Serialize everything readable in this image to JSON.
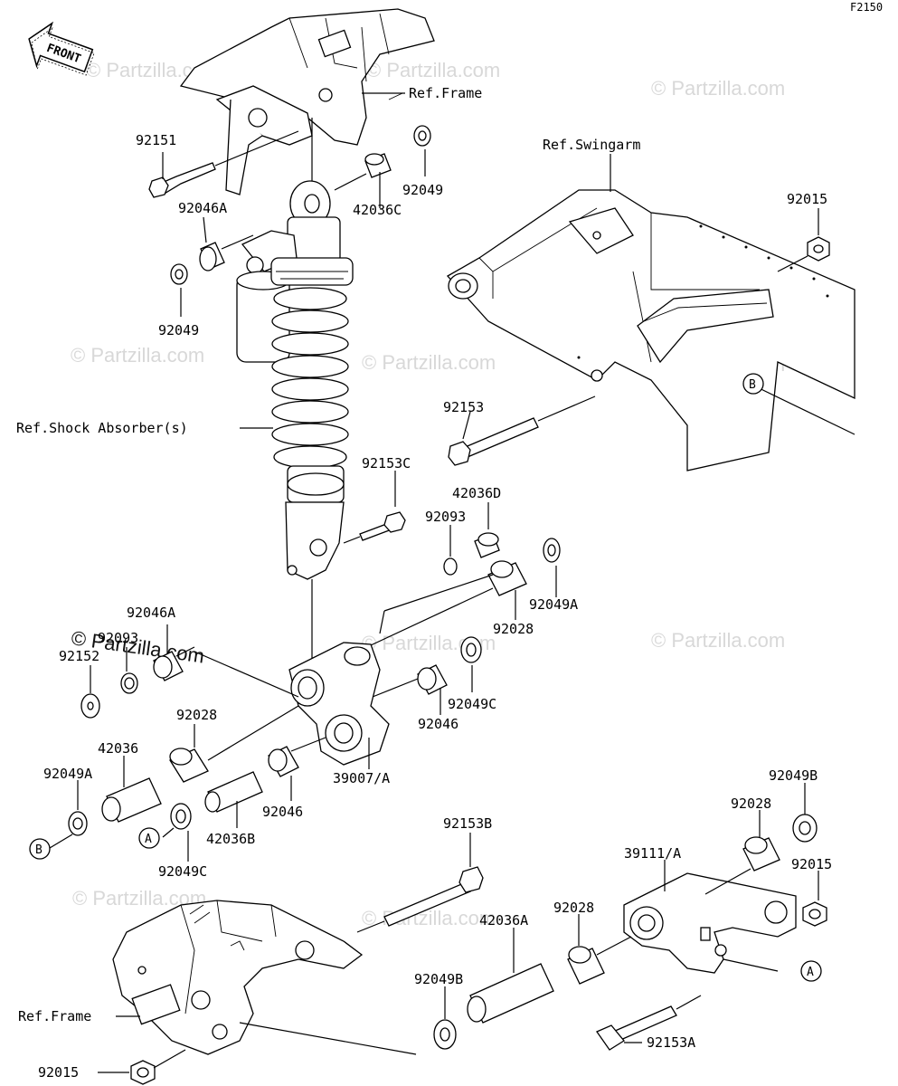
{
  "diagram_code": "F2150",
  "front_label": "FRONT",
  "watermark": "© Partzilla.com",
  "callouts": {
    "ref_frame_top": "Ref.Frame",
    "ref_swingarm": "Ref.Swingarm",
    "ref_shock": "Ref.Shock Absorber(s)",
    "ref_frame_bottom": "Ref.Frame",
    "c_A": "A",
    "c_B": "B"
  },
  "parts": {
    "p92151": "92151",
    "p92046A_top": "92046A",
    "p92049_left": "92049",
    "p42036C": "42036C",
    "p92049_right": "92049",
    "p92015_top": "92015",
    "p92153": "92153",
    "p92153C": "92153C",
    "p42036D": "42036D",
    "p92093_right": "92093",
    "p92049A_right": "92049A",
    "p92028_mid": "92028",
    "p92046A_left": "92046A",
    "p92093_left": "92093",
    "p92152": "92152",
    "p92049C_right": "92049C",
    "p92046_right": "92046",
    "p92028_left": "92028",
    "p42036": "42036",
    "p92049A_left": "92049A",
    "p39007A": "39007/A",
    "p92046_left": "92046",
    "p42036B": "42036B",
    "p92049C_left": "92049C",
    "p92153B": "92153B",
    "p92049B_right": "92049B",
    "p92028_right": "92028",
    "p39111A": "39111/A",
    "p92015_right": "92015",
    "p92028_low": "92028",
    "p42036A": "42036A",
    "p92049B_low": "92049B",
    "p92153A": "92153A",
    "p92015_bottom": "92015"
  }
}
